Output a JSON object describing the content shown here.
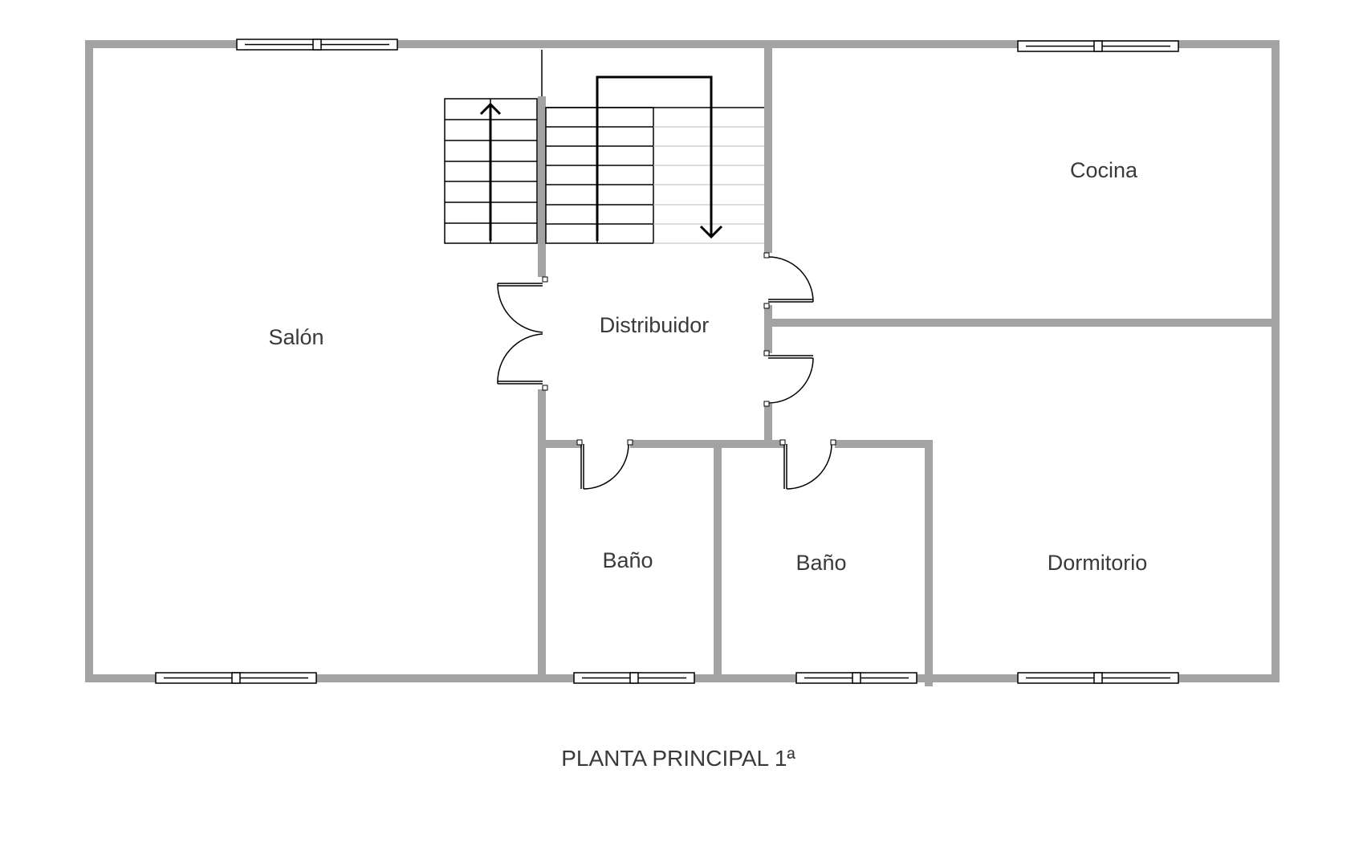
{
  "plan": {
    "rooms": {
      "salon": "Salón",
      "distribuidor": "Distribuidor",
      "cocina": "Cocina",
      "bano_1": "Baño",
      "bano_2": "Baño",
      "dormitorio": "Dormitorio"
    },
    "caption": "PLANTA PRINCIPAL 1ª"
  },
  "colors": {
    "wall": "#a3a3a3",
    "line": "#000000",
    "text": "#3a3a3a"
  }
}
